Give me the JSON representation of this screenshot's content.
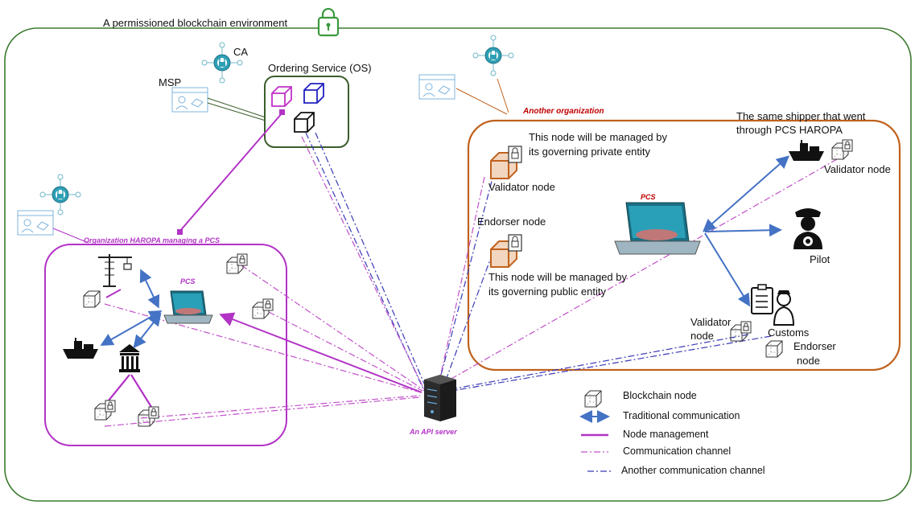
{
  "title": "A permissioned blockchain environment",
  "ordering_service": {
    "label": "Ordering Service (OS)"
  },
  "msp": {
    "ca_label": "CA",
    "msp_label": "MSP"
  },
  "org_haropa": {
    "label": "Organization HAROPA managing a PCS",
    "pcs_label": "PCS"
  },
  "org_other": {
    "label": "Another organization",
    "pcs_label": "PCS",
    "private_note_l1": "This node will be managed by",
    "private_note_l2": "its governing private entity",
    "public_note_l1": "This node will be managed by",
    "public_note_l2": "its governing public entity",
    "validator_left": "Validator node",
    "endorser_left": "Endorser node",
    "shipper_l1": "The same shipper that went",
    "shipper_l2": "through PCS HAROPA",
    "validator_right": "Validator node",
    "pilot": "Pilot",
    "validator_bottom_l1": "Validator",
    "validator_bottom_l2": "node",
    "customs": "Customs",
    "endorser_bottom_l1": "Endorser",
    "endorser_bottom_l2": "node"
  },
  "api_server": {
    "label": "An API server"
  },
  "legend": {
    "blockchain_node": "Blockchain node",
    "traditional": "Traditional communication",
    "node_management": "Node management",
    "comm_channel": "Communication channel",
    "another_channel": "Another communication channel"
  },
  "colors": {
    "env_border": "#3a7a2e",
    "os_border": "#3b5e2b",
    "haropa": "#b233c6",
    "other_org": "#c0621e",
    "arrow_blue": "#4472c4",
    "channel_pink": "#c050c8",
    "channel_blue": "#3a3ab8",
    "label_red": "#c00000"
  }
}
